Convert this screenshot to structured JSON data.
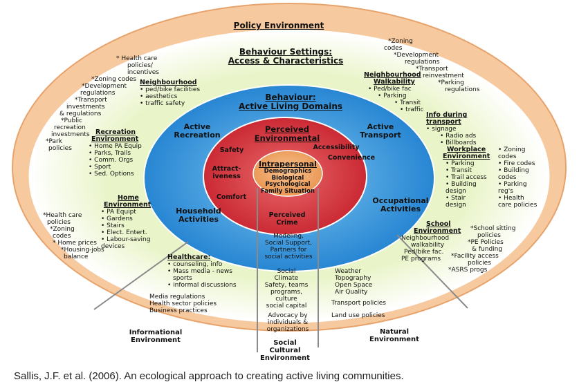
{
  "colors": {
    "outer_ring": "#f6c99f",
    "outer_ring_stroke": "#e7a36b",
    "settings_fill": "#ffffff",
    "behaviour_ring": "#2f8fd8",
    "perceived_ring": "#d9303f",
    "intrapersonal": "#f2a86a",
    "lines": "#8a8a8a"
  },
  "policy_title": "Policy Environment",
  "settings": {
    "title_line1": "Behaviour Settings:",
    "title_line2": "Access & Characteristics"
  },
  "behaviour": {
    "title_line1": "Behaviour:",
    "title_line2": "Active Living Domains",
    "active_recreation": [
      "Active",
      "Recreation"
    ],
    "active_transport": [
      "Active",
      "Transport"
    ],
    "household": [
      "Household",
      "Activities"
    ],
    "occupational": [
      "Occupational",
      "Activities"
    ]
  },
  "perceived": {
    "title_line1": "Perceived",
    "title_line2": "Environmental",
    "safety": "Safety",
    "attractiveness": [
      "Attract-",
      "iveness"
    ],
    "comfort": "Comfort",
    "accessibility": "Accessibility",
    "convenience": "Convenience",
    "crime": [
      "Perceived",
      "Crime"
    ]
  },
  "intrapersonal": {
    "title": "Intrapersonal",
    "items": [
      "Demographics",
      "Biological",
      "Psychological",
      "Family Situation"
    ]
  },
  "neighbourhood": {
    "heading": "Neighbourhood",
    "items": [
      "ped/bike facilities",
      "aesthetics",
      "traffic safety"
    ]
  },
  "neighbourhood_walkability": {
    "heading1": "Neighbourhood",
    "heading2": "Walkability",
    "items": [
      "Ped/bike fac",
      "Parking",
      "Transit",
      "traffic"
    ]
  },
  "info_transport": {
    "heading1": "Info during",
    "heading2": "transport",
    "items": [
      "signage",
      "Radio ads",
      "Billboards"
    ]
  },
  "workplace": {
    "heading1": "Workplace",
    "heading2": "Environment",
    "items": [
      "Parking",
      "Transit",
      "Trail access",
      "Building design",
      "Stair design"
    ]
  },
  "workplace_policy": {
    "items": [
      "Zoning codes",
      "Fire codes",
      "Building codes",
      "Parking reg's",
      "Health care policies"
    ]
  },
  "school": {
    "heading1": "School",
    "heading2": "Environment",
    "lines": [
      "Neighbourhood",
      "walkability",
      "Ped/bike fac.",
      "PE programs"
    ]
  },
  "school_policy": {
    "lines": [
      "*School sitting",
      "policies",
      "*PE Policies",
      "& funding",
      "*Facility access",
      "policies",
      "*ASRS progs"
    ]
  },
  "recreation": {
    "heading1": "Recreation",
    "heading2": "Environment",
    "items": [
      "Home PA Equip",
      "Parks, Trails",
      "Comm. Orgs",
      "Sport",
      "Sed. Options"
    ]
  },
  "home": {
    "heading1": "Home",
    "heading2": "Environment",
    "items": [
      "PA Equipt",
      "Gardens",
      "Stairs",
      "Elect. Entert.",
      "Labour-saving devices"
    ]
  },
  "healthcare": {
    "heading": "Healthcare:",
    "items": [
      "counseling, info",
      "Mass media - news",
      "sports",
      "informal discussions"
    ]
  },
  "policy_top_left": {
    "lines": [
      "* Health care",
      "policies/",
      "incentives",
      "*Zoning codes",
      "*Development",
      "regulations",
      "*Transport",
      "investments",
      "& regulations",
      "*Public",
      "recreation",
      "investments",
      "*Park",
      "policies"
    ]
  },
  "policy_top_right": {
    "lines": [
      "*Zoning",
      "codes",
      "*Development",
      "regulations",
      "*Transport",
      "reinvestment",
      "*Parking",
      "regulations"
    ]
  },
  "policy_left": {
    "lines": [
      "*Health care",
      "policies",
      "*Zoning",
      "codes",
      "* Home prices",
      "*Housing-jobs",
      "balance"
    ]
  },
  "social": {
    "modeling": [
      "Modeling,",
      "Social Support,",
      "Partners for",
      "social activities"
    ],
    "climate": [
      "Social",
      "Climate",
      "Safety, teams",
      "programs,",
      "culture",
      "social capital"
    ],
    "advocacy": [
      "Advocacy by",
      "individuals &",
      "organizations"
    ]
  },
  "natural": {
    "lines": [
      "Weather",
      "Topography",
      "Open Space",
      "Air Quality"
    ]
  },
  "info_policies": {
    "lines": [
      "Media regulations",
      "Health sector policies",
      "Business practices"
    ]
  },
  "transport_policies": "Transport policies",
  "land_use_policies": "Land use policies",
  "labels": {
    "informational": [
      "Informational",
      "Environment"
    ],
    "sociocultural": [
      "Social",
      "Cultural",
      "Environment"
    ],
    "natural": [
      "Natural",
      "Environment"
    ]
  },
  "caption": "Sallis, J.F. et al. (2006). An ecological approach to creating active living communities."
}
